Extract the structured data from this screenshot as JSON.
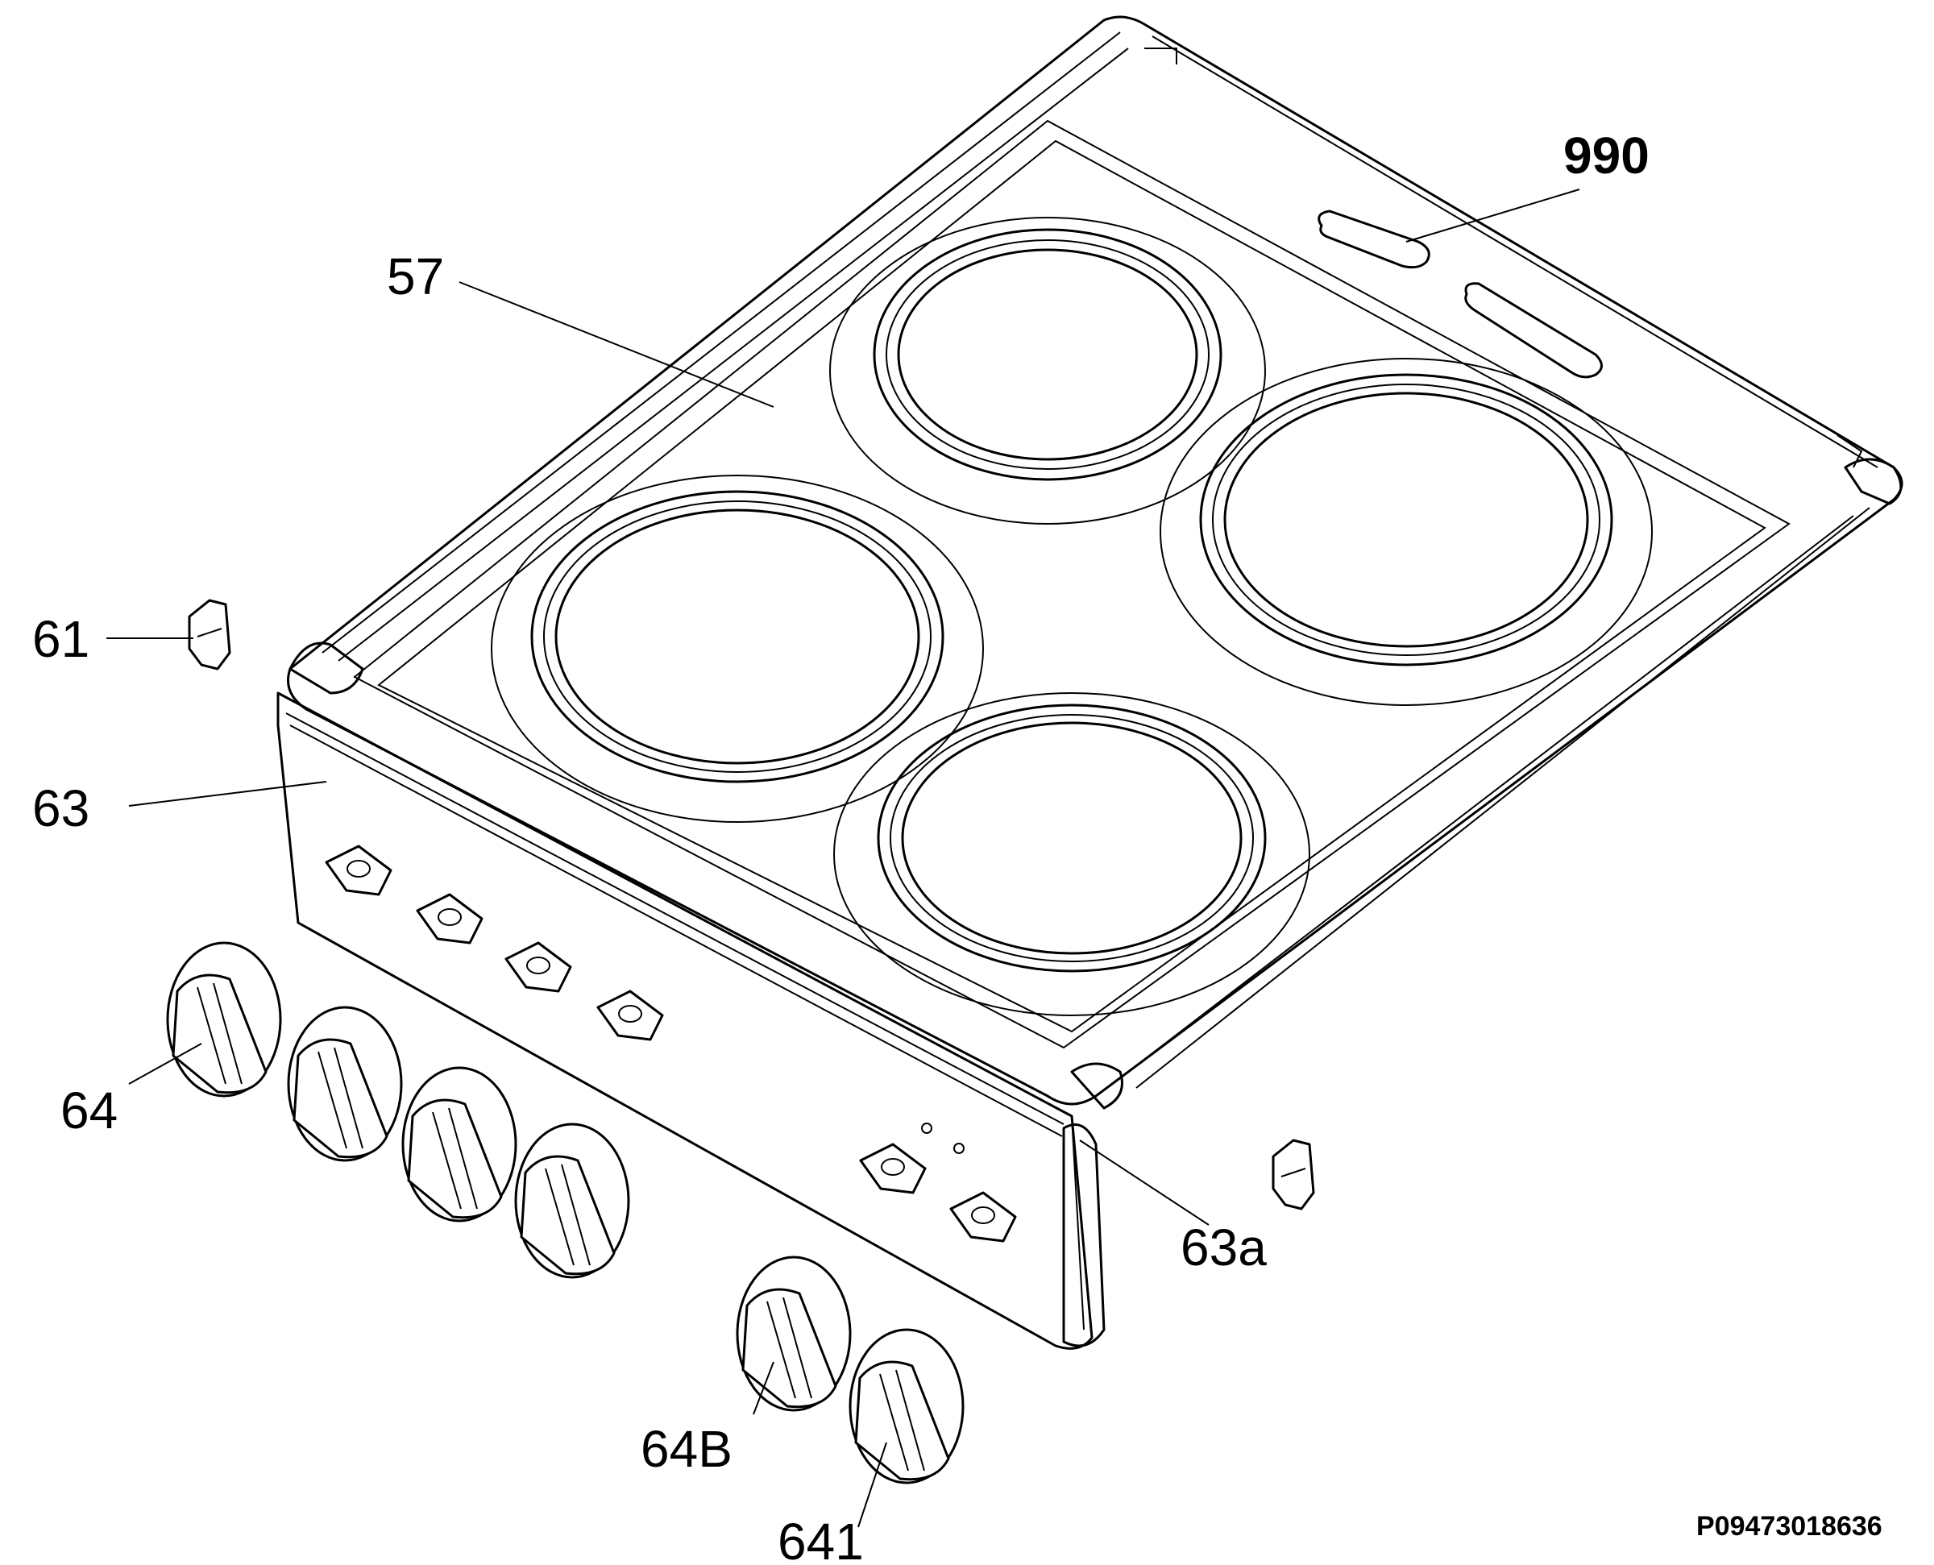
{
  "labels": {
    "hob_top": "57",
    "rating_plate": "990",
    "clip_left": "61",
    "control_panel": "63",
    "panel_end_cap": "63a",
    "knob": "64",
    "knob_b": "64B",
    "knob_641": "641"
  },
  "diagram_code": "P09473018636",
  "colors": {
    "line": "#000000",
    "background": "#ffffff"
  }
}
